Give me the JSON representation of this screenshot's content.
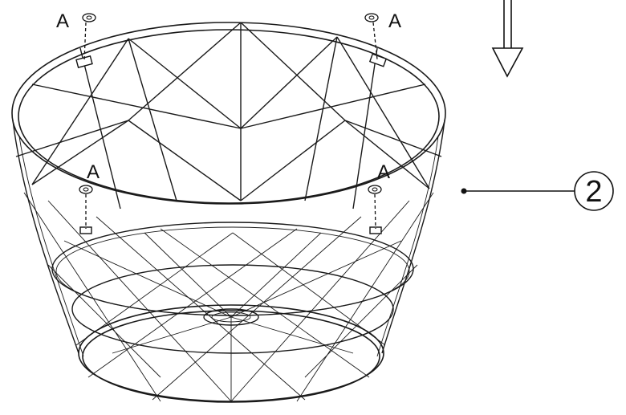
{
  "diagram": {
    "fastener_labels": [
      "A",
      "A",
      "A",
      "A"
    ],
    "callout": "2"
  }
}
